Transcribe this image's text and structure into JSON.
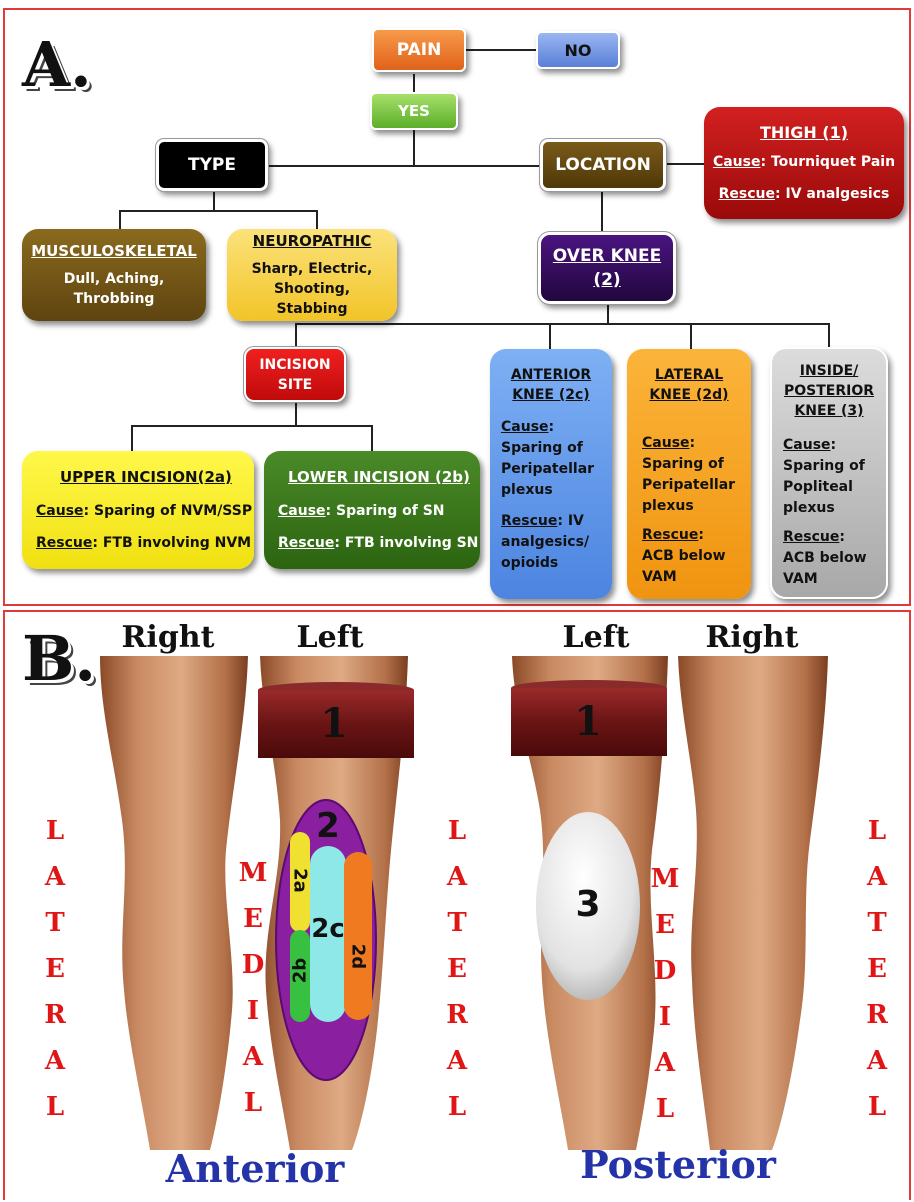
{
  "panel_a": {
    "label": "A.",
    "pain": "PAIN",
    "no": "NO",
    "yes": "YES",
    "type": "TYPE",
    "location": "LOCATION",
    "thigh": {
      "title": "THIGH (1)",
      "cause_label": "Cause",
      "cause": ": Tourniquet Pain",
      "rescue_label": "Rescue",
      "rescue": ": IV analgesics"
    },
    "musculoskeletal": {
      "title": "MUSCULOSKELETAL",
      "desc": "Dull, Aching, Throbbing"
    },
    "neuropathic": {
      "title": "NEUROPATHIC",
      "desc": "Sharp, Electric, Shooting, Stabbing"
    },
    "over_knee": {
      "line1": "OVER KNEE",
      "line2": "(2)"
    },
    "incision_site": {
      "line1": "INCISION",
      "line2": "SITE"
    },
    "upper_incision": {
      "title": "UPPER INCISION(2a)",
      "cause_label": "Cause",
      "cause": ": Sparing of NVM/SSP",
      "rescue_label": "Rescue",
      "rescue": ": FTB involving NVM"
    },
    "lower_incision": {
      "title": "LOWER INCISION (2b)",
      "cause_label": "Cause",
      "cause": ": Sparing of SN",
      "rescue_label": "Rescue",
      "rescue": ": FTB involving SN"
    },
    "anterior_knee": {
      "line1": "ANTERIOR",
      "line2": "KNEE (2c)",
      "cause_label": "Cause",
      "cause": ": Sparing of Peripatellar plexus",
      "rescue_label": "Rescue",
      "rescue": ": IV analgesics/ opioids"
    },
    "lateral_knee": {
      "line1": "LATERAL",
      "line2": "KNEE (2d)",
      "cause_label": "Cause",
      "cause": ": Sparing of Peripatellar plexus",
      "rescue_label": "Rescue",
      "rescue": ": ACB below VAM"
    },
    "posterior_knee": {
      "line1": "INSIDE/",
      "line2": "POSTERIOR",
      "line3": "KNEE (3)",
      "cause_label": "Cause",
      "cause": ": Sparing of Popliteal plexus",
      "rescue_label": "Rescue",
      "rescue": ": ACB below VAM"
    }
  },
  "panel_b": {
    "label": "B.",
    "anterior": {
      "right": "Right",
      "left": "Left",
      "caption": "Anterior"
    },
    "posterior": {
      "left": "Left",
      "right": "Right",
      "caption": "Posterior"
    },
    "lateral_letters": [
      "L",
      "A",
      "T",
      "E",
      "R",
      "A",
      "L"
    ],
    "medial_letters": [
      "M",
      "E",
      "D",
      "I",
      "A",
      "L"
    ],
    "zones": {
      "tourniquet": "1",
      "over_knee": "2",
      "upper": "2a",
      "lower": "2b",
      "anterior": "2c",
      "lateral": "2d",
      "posterior": "3"
    },
    "colors": {
      "tourniquet": "#7a1a1a",
      "over_knee": "#8a1fa0",
      "upper": "#f0e030",
      "lower": "#38c040",
      "anterior": "#8ee8e8",
      "lateral": "#f07a20",
      "posterior": "#e8e8e8"
    }
  }
}
